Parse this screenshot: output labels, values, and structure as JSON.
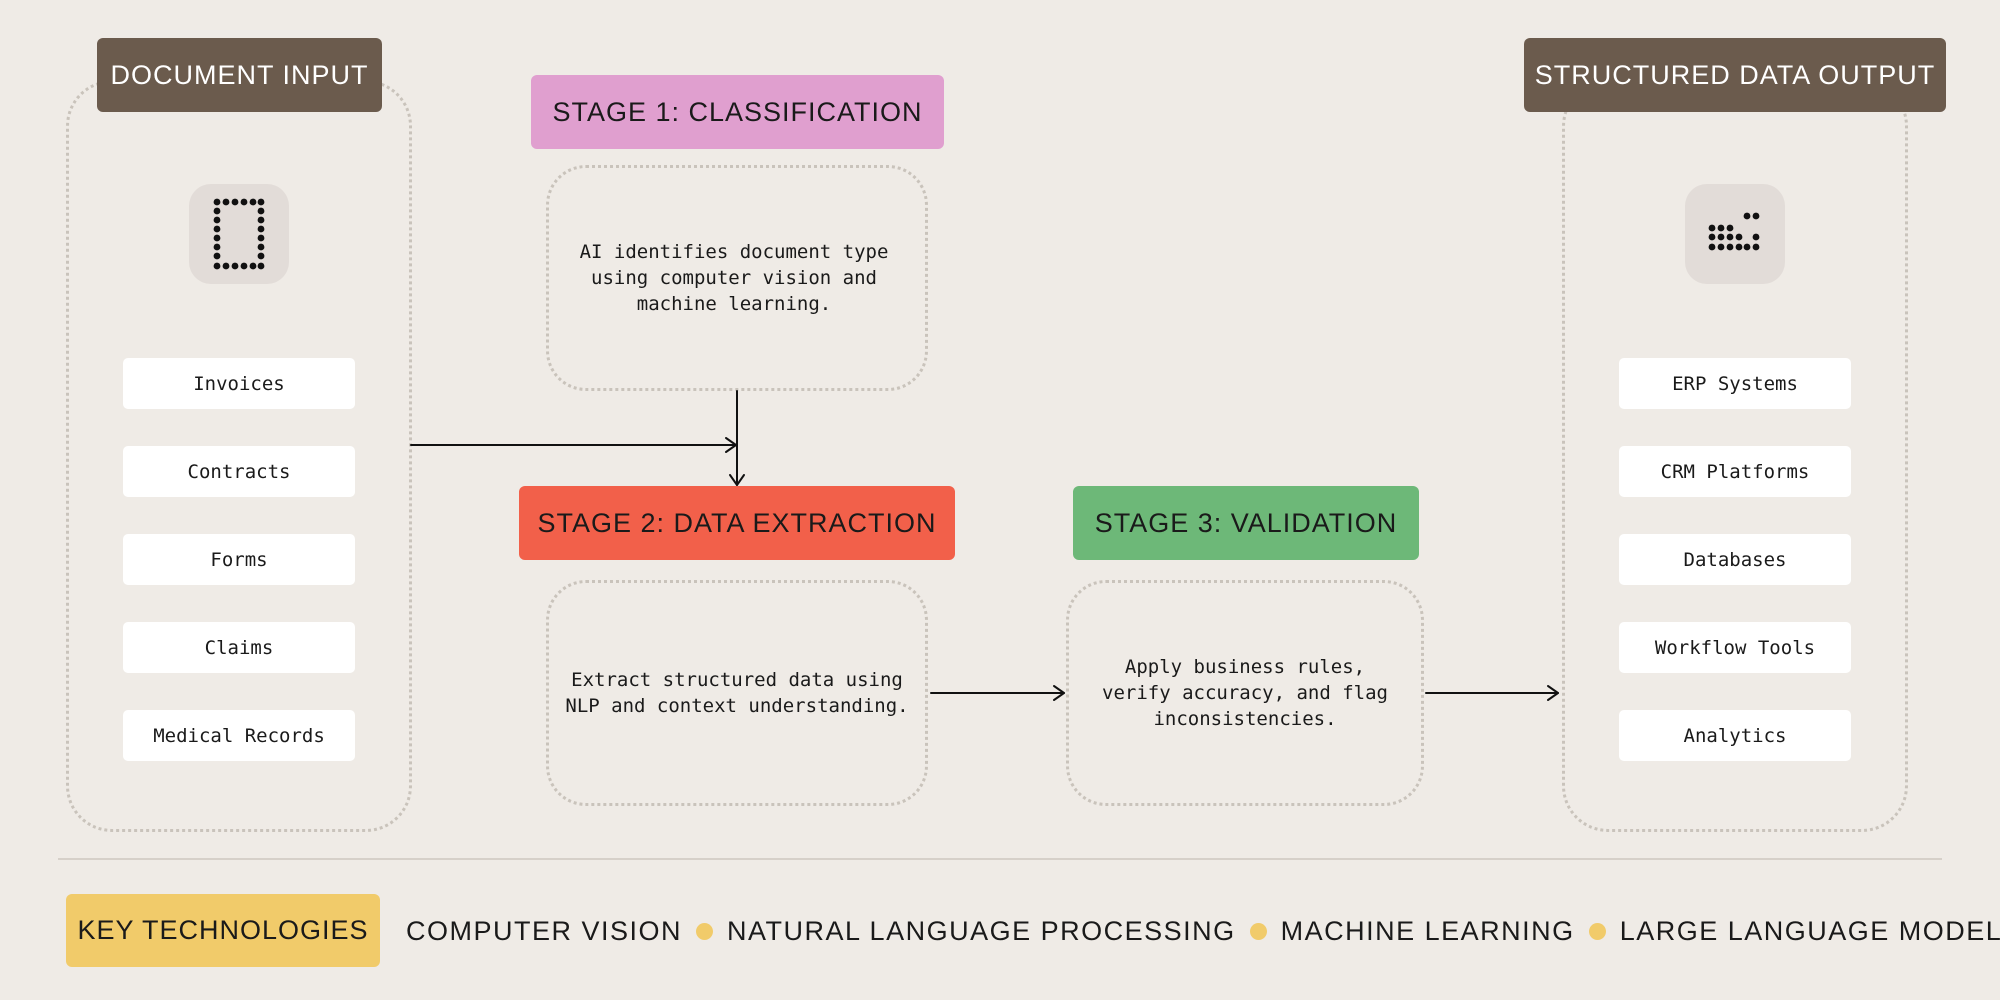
{
  "input": {
    "title": "DOCUMENT INPUT",
    "icon": "document-icon",
    "items": [
      "Invoices",
      "Contracts",
      "Forms",
      "Claims",
      "Medical Records"
    ]
  },
  "output": {
    "title": "STRUCTURED DATA OUTPUT",
    "icon": "data-grid-icon",
    "items": [
      "ERP Systems",
      "CRM Platforms",
      "Databases",
      "Workflow Tools",
      "Analytics"
    ]
  },
  "stages": {
    "classification": {
      "title": "STAGE 1: CLASSIFICATION",
      "description": "AI identifies document type using computer vision and machine learning.",
      "color": "#e09fcf"
    },
    "extraction": {
      "title": "STAGE 2: DATA EXTRACTION",
      "description": "Extract structured data using NLP and context understanding.",
      "color": "#f2604a"
    },
    "validation": {
      "title": "STAGE 3: VALIDATION",
      "description": "Apply business rules, verify accuracy, and flag inconsistencies.",
      "color": "#6db878"
    }
  },
  "key_technologies": {
    "label": "KEY TECHNOLOGIES",
    "items": [
      "COMPUTER VISION",
      "NATURAL LANGUAGE PROCESSING",
      "MACHINE LEARNING",
      "LARGE LANGUAGE MODELS"
    ],
    "color": "#f1cb6a"
  },
  "colors": {
    "background": "#efebe6",
    "header_dark": "#6b5b4d"
  }
}
